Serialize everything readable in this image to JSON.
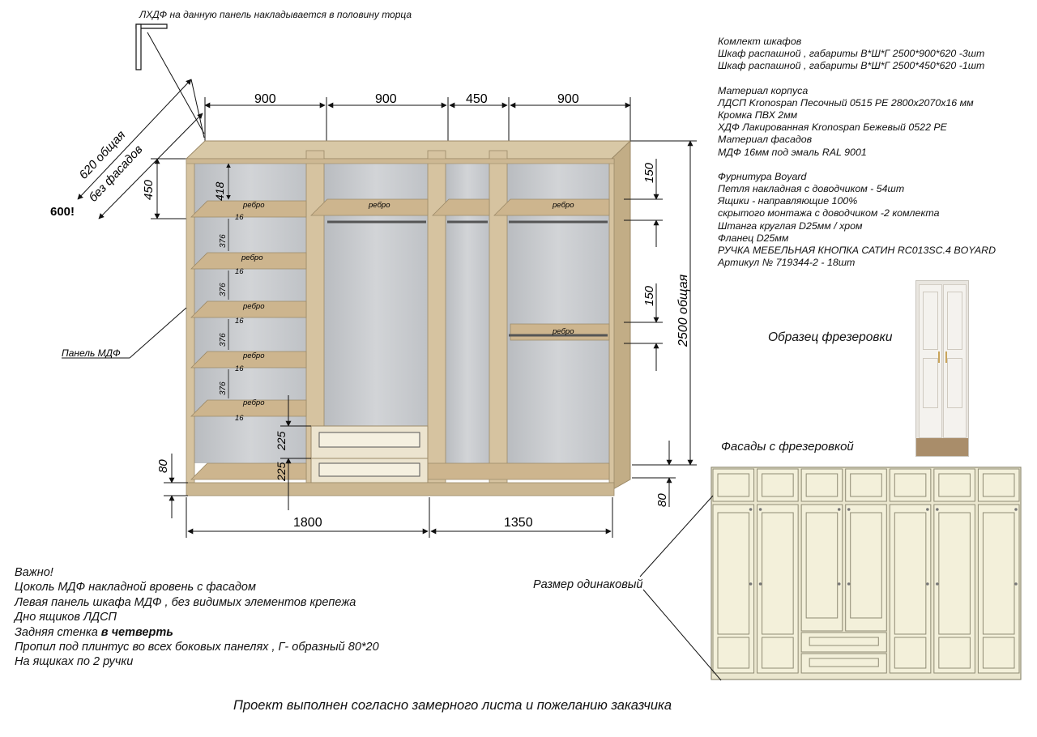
{
  "top_note": "ЛХДФ на данную панель накладывается в половину торца",
  "depth_labels": {
    "total": "620 общая",
    "no_facade": "без фасадов",
    "depth_600": "600!",
    "top_450": "450"
  },
  "top_widths": [
    "900",
    "900",
    "450",
    "900"
  ],
  "bottom_widths": [
    "1800",
    "1350"
  ],
  "left_dims": {
    "d418": "418",
    "d376a": "376",
    "d376b": "376",
    "d376c": "376",
    "d376d": "376",
    "d80": "80",
    "d225a": "225",
    "d225b": "225"
  },
  "shelf_thickness": "16",
  "rib_label": "ребро",
  "right_dims": {
    "d150a": "150",
    "d150b": "150",
    "total_height": "2500 общая",
    "d80": "80"
  },
  "panel_label": "Панель МДФ",
  "spec_lines": [
    "Комлект шкафов",
    "Шкаф распашной , габариты В*Ш*Г 2500*900*620 -3шт",
    "Шкаф распашной , габариты В*Ш*Г 2500*450*620 -1шт",
    "",
    "Материал корпуса",
    "ЛДСП Kronospan Песочный 0515 PE 2800х2070х16 мм",
    "Кромка ПВХ 2мм",
    "ХДФ Лакированная Kronospan Бежевый 0522 PE",
    "Материал фасадов",
    "МДФ 16мм под эмаль RAL 9001",
    "",
    "Фурнитура Boyard",
    "Петля накладная с доводчиком - 54шт",
    "Ящики - направляющие 100%",
    "скрытого монтажа с доводчиком -2 комлекта",
    "Штанга круглая D25мм / хром",
    "Фланец D25мм",
    "РУЧКА МЕБЕЛЬНАЯ КНОПКА САТИН RC013SC.4 BOYARD",
    "Артикул № 719344-2 - 18шт"
  ],
  "milling_sample_label": "Образец фрезеровки",
  "facades_label": "Фасады с фрезеровкой",
  "same_size_label": "Размер одинаковый",
  "notes": {
    "l1": "Важно!",
    "l2": "Цоколь МДФ накладной вровень с фасадом",
    "l3": "Левая панель шкафа МДФ , без видимых элементов крепежа",
    "l4": "Дно ящиков ЛДСП",
    "l5_pre": "Задняя стенка ",
    "l5_bold": "в четверть",
    "l6": "Пропил под плинтус во всех боковых панелях , Г- образный 80*20",
    "l7": "На ящиках по 2 ручки"
  },
  "footer": "Проект выполнен согласно замерного листа и пожеланию заказчика",
  "colors": {
    "wood": "#d9c7a5",
    "wood_dark": "#b9a27a",
    "back": "#c7c9cc",
    "facade": "#f3f0da",
    "facade_line": "#8f8b74"
  }
}
